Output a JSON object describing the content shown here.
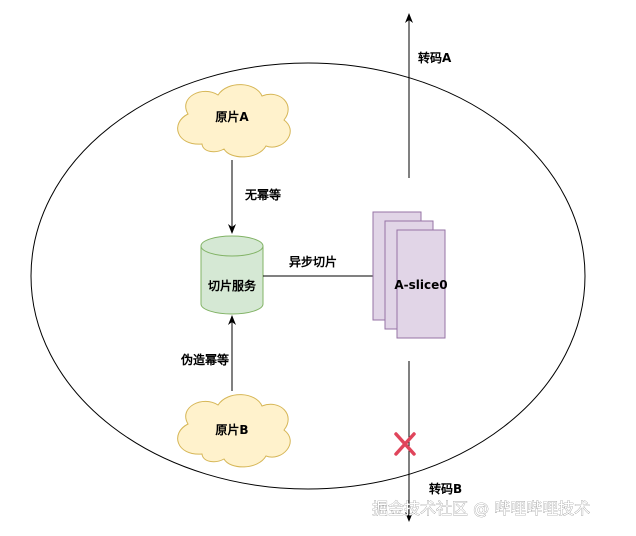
{
  "nodes": {
    "original_a": "原片A",
    "original_b": "原片B",
    "slice_service": "切片服务",
    "slice_doc": "A-slice0"
  },
  "edges": {
    "no_watermark": "无幂等",
    "pseudo_watermark": "伪造幂等",
    "async_slice": "异步切片",
    "transcode_a": "转码A",
    "transcode_b": "转码B"
  },
  "watermark": "掘金技术社区 @ 哔哩哔哩技术",
  "colors": {
    "cloud_fill": "#fff2cc",
    "cloud_stroke": "#d6b656",
    "service_fill": "#d5e8d4",
    "service_stroke": "#82b366",
    "doc_fill": "#e1d5e7",
    "doc_stroke": "#9673a6",
    "cross": "#e0455b"
  }
}
